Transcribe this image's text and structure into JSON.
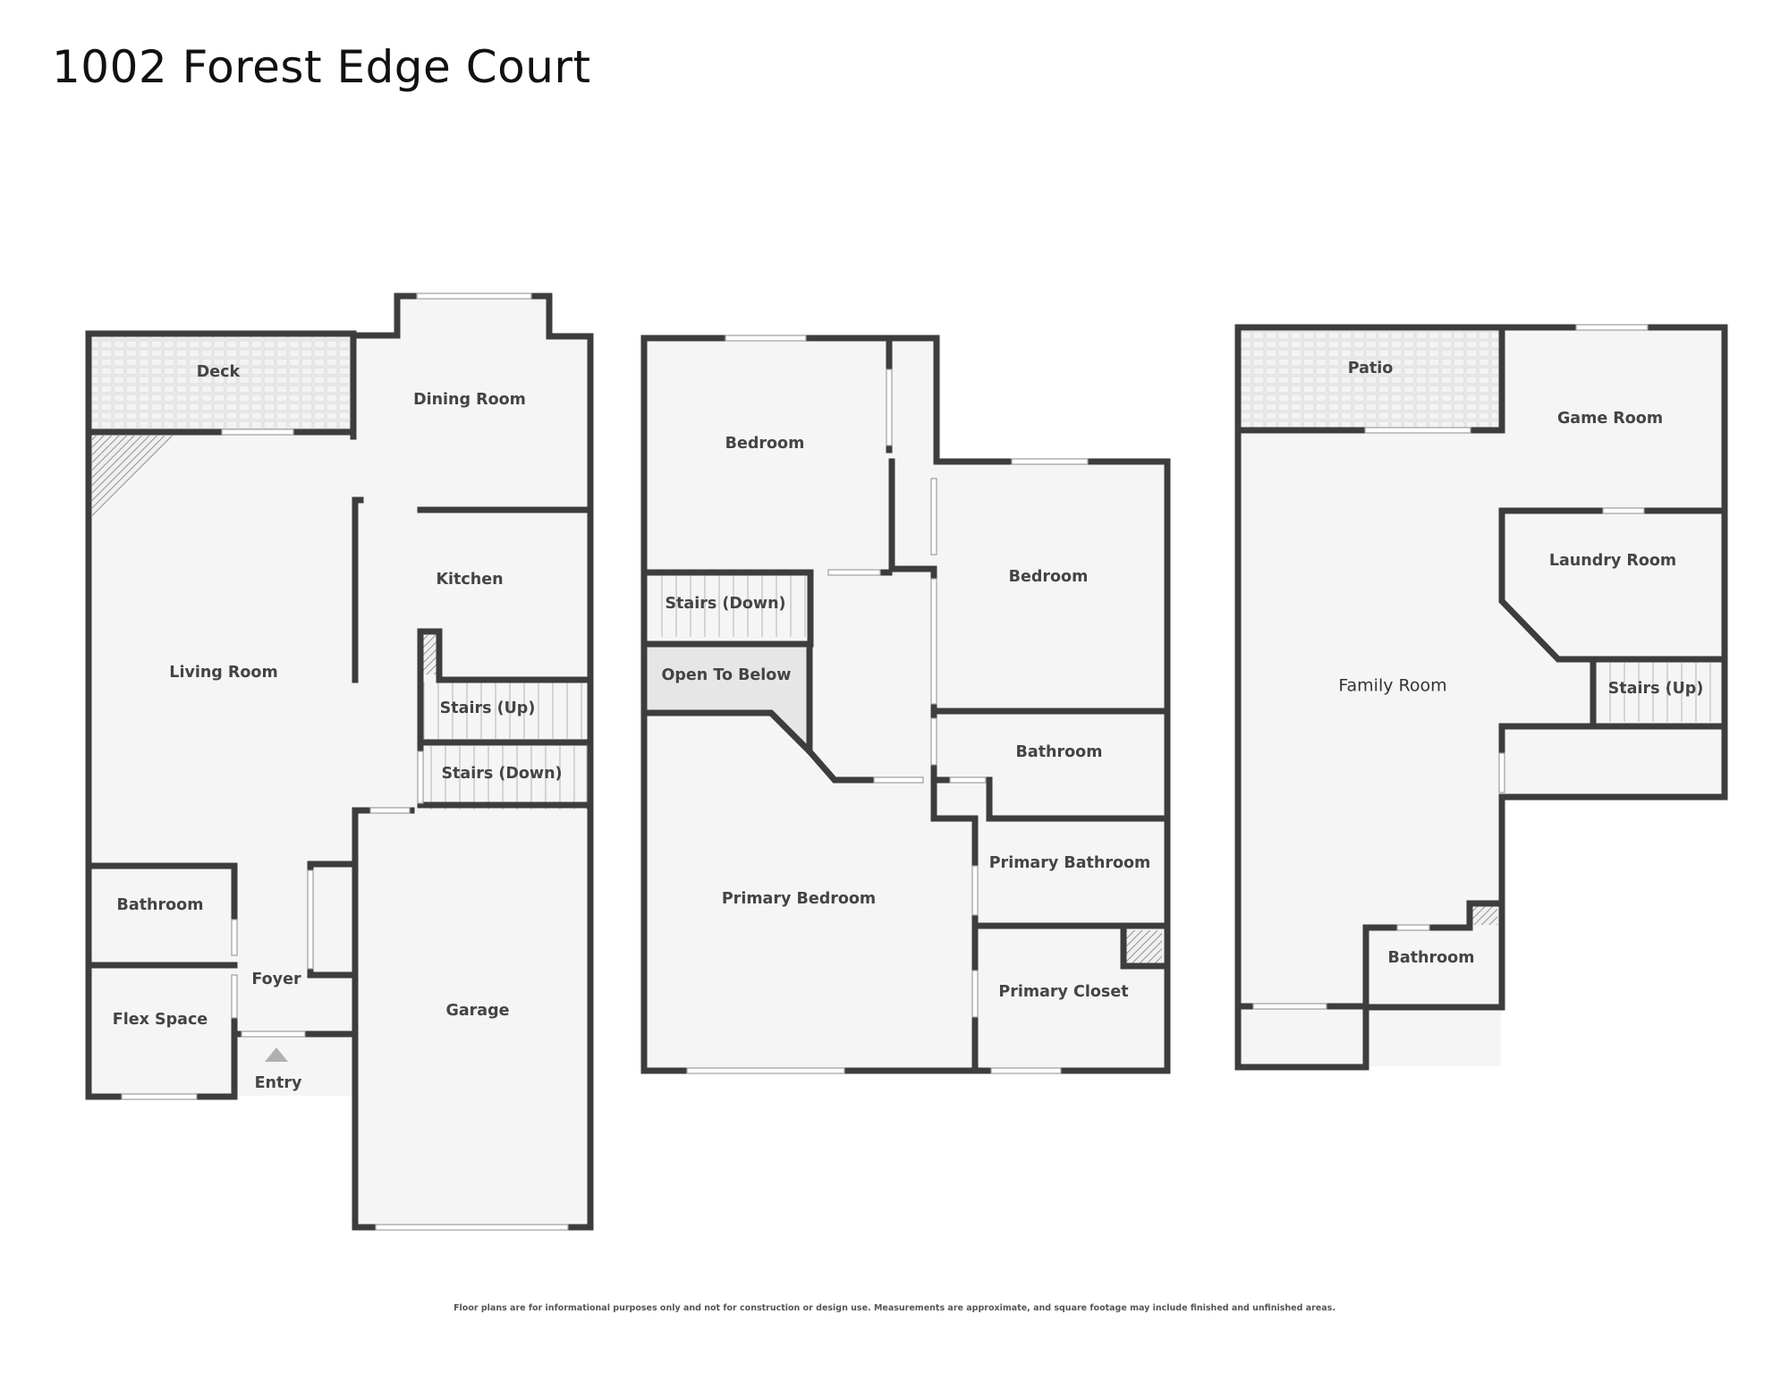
{
  "title": "1002 Forest Edge Court",
  "disclaimer": "Floor plans are for informational purposes only and not for construction or design use. Measurements are approximate, and square footage may include finished and unfinished areas.",
  "colors": {
    "wall": "#3d3d3d",
    "floor": "#f5f5f5",
    "window": "#ffffff",
    "hatch": "#666666",
    "background": "#ffffff"
  },
  "floors": {
    "main": {
      "rooms": {
        "deck": "Deck",
        "dining_room": "Dining Room",
        "kitchen": "Kitchen",
        "living_room": "Living Room",
        "stairs_up": "Stairs (Up)",
        "stairs_down": "Stairs (Down)",
        "bathroom": "Bathroom",
        "foyer": "Foyer",
        "flex_space": "Flex Space",
        "garage": "Garage",
        "entry": "Entry"
      }
    },
    "upper": {
      "rooms": {
        "bedroom_1": "Bedroom",
        "bedroom_2": "Bedroom",
        "stairs_down": "Stairs (Down)",
        "open_to_below": "Open To Below",
        "bathroom": "Bathroom",
        "primary_bedroom": "Primary Bedroom",
        "primary_bathroom": "Primary Bathroom",
        "primary_closet": "Primary Closet"
      }
    },
    "lower": {
      "rooms": {
        "patio": "Patio",
        "game_room": "Game Room",
        "laundry_room": "Laundry Room",
        "family_room": "Family Room",
        "stairs_up": "Stairs (Up)",
        "bathroom": "Bathroom"
      }
    }
  }
}
